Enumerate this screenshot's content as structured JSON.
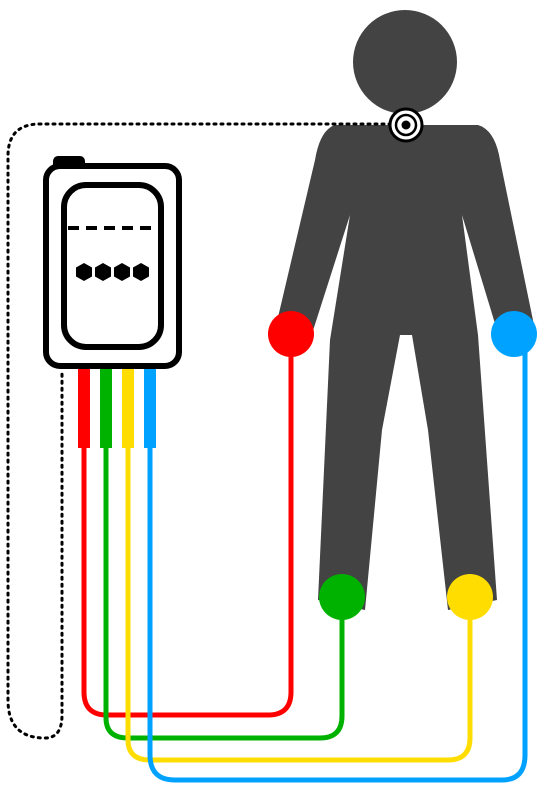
{
  "colors": {
    "figure": "#434343",
    "device_outline": "#000000",
    "background": "#ffffff",
    "lead_red": "#ff0000",
    "lead_green": "#00b200",
    "lead_yellow": "#ffdd00",
    "lead_blue": "#00a2ff",
    "ground_wire": "#000000"
  },
  "electrodes": [
    {
      "name": "right-arm",
      "color": "red"
    },
    {
      "name": "left-arm",
      "color": "blue"
    },
    {
      "name": "right-leg",
      "color": "green"
    },
    {
      "name": "left-leg",
      "color": "yellow"
    },
    {
      "name": "chest-reference",
      "color": "black-white-target"
    }
  ],
  "device": {
    "display": "dashed-line-and-four-hexagons",
    "cable_ports": [
      "red",
      "green",
      "yellow",
      "blue"
    ]
  }
}
